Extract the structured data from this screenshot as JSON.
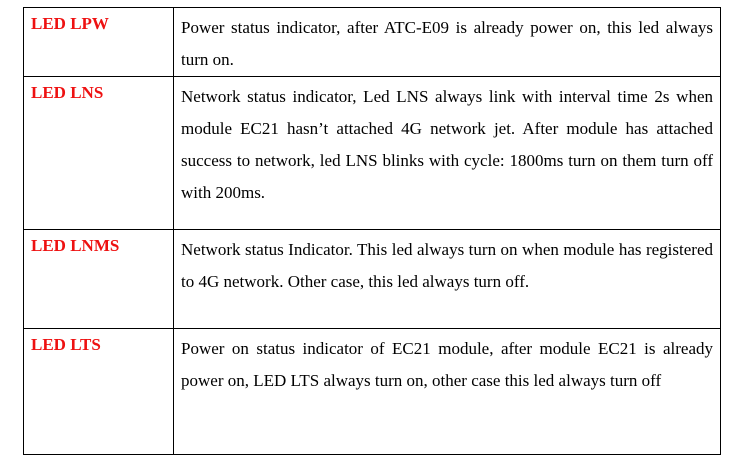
{
  "document": {
    "rows": [
      {
        "name": "LED LPW",
        "description": "Power status indicator, after ATC-E09 is already power on, this led always turn on."
      },
      {
        "name": "LED LNS",
        "description": "Network status indicator, Led LNS always link with interval time 2s when module EC21 hasn’t attached 4G network jet. After module has attached success to network, led LNS blinks with cycle: 1800ms turn on them turn off with 200ms."
      },
      {
        "name": "LED LNMS",
        "description": "Network status Indicator. This led always turn on when module has registered to 4G network. Other case, this led always turn off."
      },
      {
        "name": "LED LTS",
        "description": "Power on status indicator of EC21 module, after module EC21 is already power on, LED LTS always turn on, other case this led always turn off"
      }
    ],
    "colors": {
      "label": "#ee1111",
      "text": "#000000",
      "border": "#000000"
    }
  }
}
